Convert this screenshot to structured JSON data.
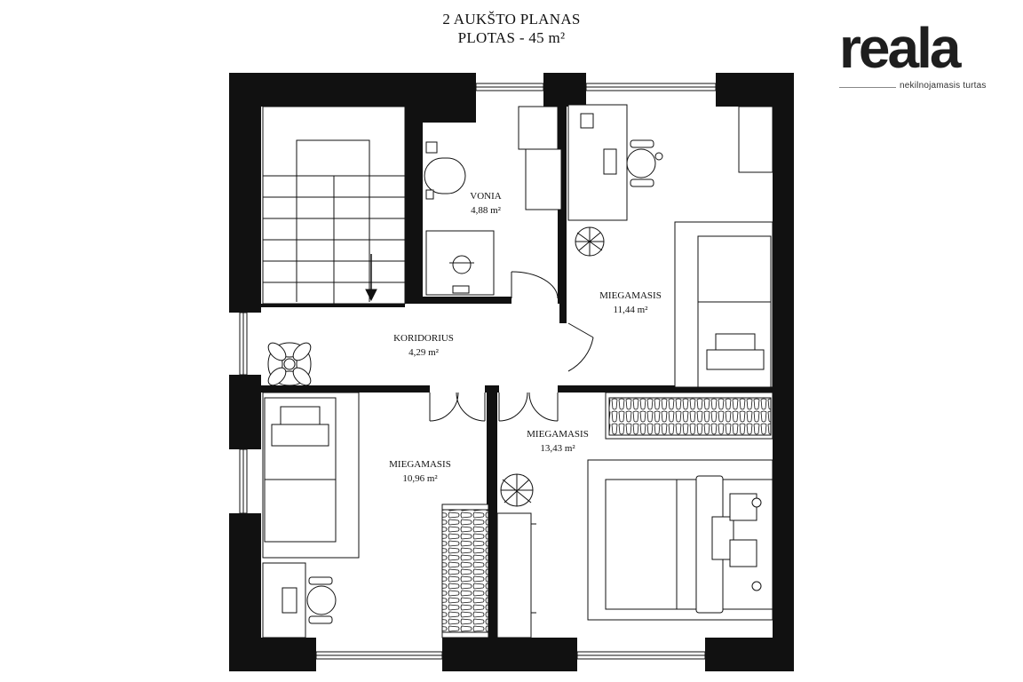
{
  "title": {
    "line1": "2 AUKŠTO PLANAS",
    "line2": "PLOTAS - 45 m²"
  },
  "logo": {
    "word": "reala",
    "tagline": "nekilnojamasis turtas"
  },
  "rooms": [
    {
      "id": "vonia",
      "name": "VONIA",
      "area": "4,88 m²"
    },
    {
      "id": "koridorius",
      "name": "KORIDORIUS",
      "area": "4,29 m²"
    },
    {
      "id": "miegamasis_a",
      "name": "MIEGAMASIS",
      "area": "11,44 m²"
    },
    {
      "id": "miegamasis_b",
      "name": "MIEGAMASIS",
      "area": "10,96 m²"
    },
    {
      "id": "miegamasis_c",
      "name": "MIEGAMASIS",
      "area": "13,43 m²"
    }
  ]
}
